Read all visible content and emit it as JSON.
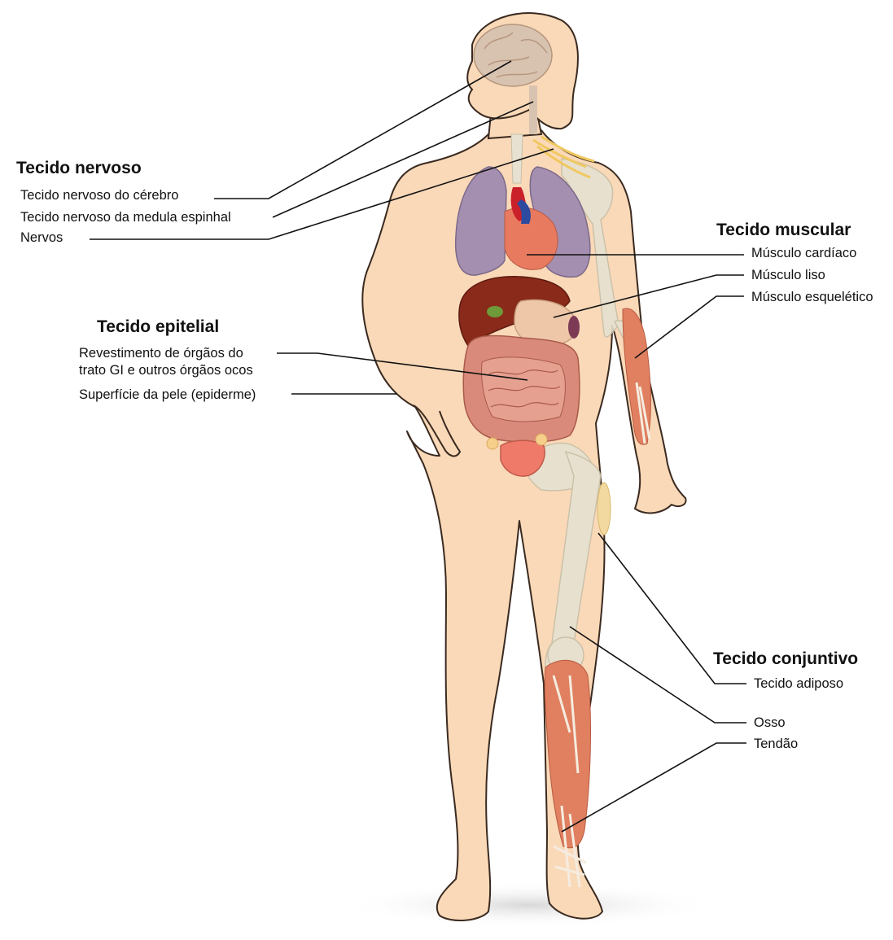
{
  "colors": {
    "skin": "#fad9b8",
    "skin_outline": "#3a2a20",
    "lung": "#a48fb0",
    "liver": "#8a2a1a",
    "intestine": "#d98a7a",
    "muscle": "#e08060",
    "bone": "#e6e1d1",
    "brain": "#d8c2b0",
    "leader_line": "#111111"
  },
  "groups": {
    "nervous": {
      "title": "Tecido nervoso",
      "items": [
        "Tecido nervoso do cérebro",
        "Tecido nervoso da medula espinhal",
        "Nervos"
      ]
    },
    "muscular": {
      "title": "Tecido muscular",
      "items": [
        "Músculo cardíaco",
        "Músculo liso",
        "Músculo esquelético"
      ]
    },
    "epithelial": {
      "title": "Tecido epitelial",
      "items": [
        "Revestimento de órgãos do",
        "trato GI e outros órgãos ocos",
        "Superfície da pele (epiderme)"
      ]
    },
    "connective": {
      "title": "Tecido conjuntivo",
      "items": [
        "Tecido adiposo",
        "Osso",
        "Tendão"
      ]
    }
  }
}
